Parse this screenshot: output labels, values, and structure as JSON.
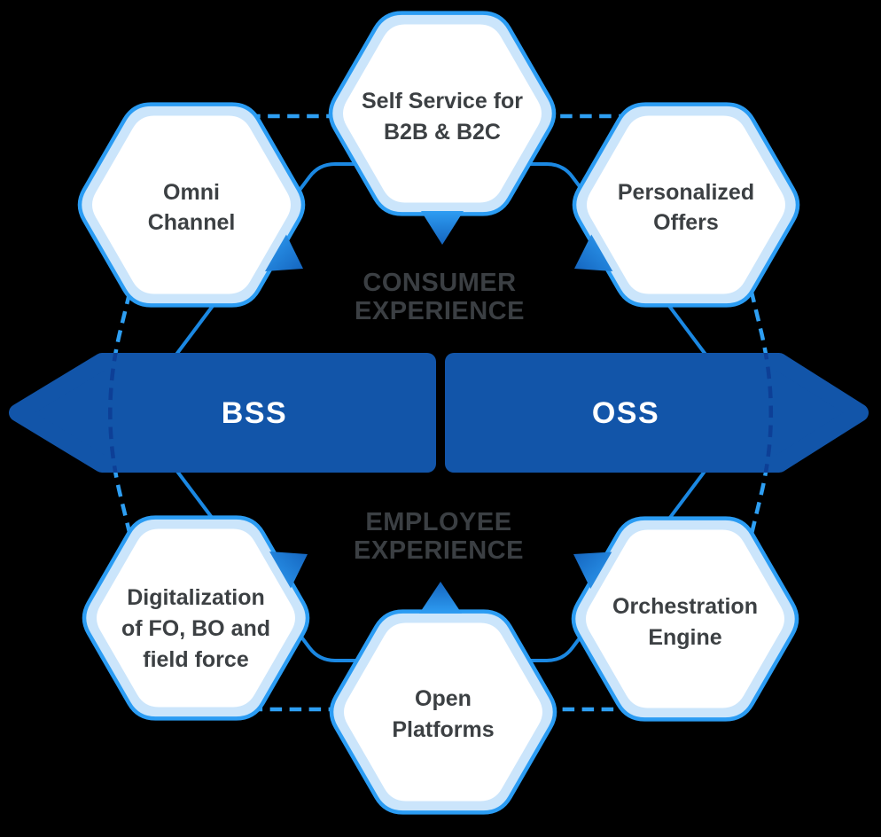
{
  "diagram": {
    "banners": [
      {
        "id": "bss",
        "label": "BSS"
      },
      {
        "id": "oss",
        "label": "OSS"
      }
    ],
    "center_labels": {
      "top": [
        "CONSUMER",
        "EXPERIENCE"
      ],
      "bottom": [
        "EMPLOYEE",
        "EXPERIENCE"
      ]
    },
    "hexagons": [
      {
        "id": "self-service",
        "lines": [
          "Self Service for",
          "B2B & B2C"
        ]
      },
      {
        "id": "omni-channel",
        "lines": [
          "Omni",
          "Channel"
        ]
      },
      {
        "id": "personalized-offers",
        "lines": [
          "Personalized",
          "Offers"
        ]
      },
      {
        "id": "digitalization",
        "lines": [
          "Digitalization",
          "of FO, BO and",
          "field force"
        ]
      },
      {
        "id": "orchestration-engine",
        "lines": [
          "Orchestration",
          "Engine"
        ]
      },
      {
        "id": "open-platforms",
        "lines": [
          "Open",
          "Platforms"
        ]
      }
    ],
    "colors": {
      "background": "#000000",
      "banner_blue": "#1255A9",
      "banner_text": "#FFFFFF",
      "hexagon_fill": "#FFFFFF",
      "hexagon_border_light": "#CBE5FB",
      "hexagon_border_accent": "#2B9CF3",
      "hexagon_text": "#3C4043",
      "center_label_gray": "#3B3F43",
      "ring_solid": "#1B88E2",
      "ring_dashed": "#2E9FF3",
      "ring_dashed_on_banner": "#0D3F96",
      "arrow_gradient_start": "#2E9DF3",
      "arrow_gradient_end": "#1464BE"
    }
  }
}
